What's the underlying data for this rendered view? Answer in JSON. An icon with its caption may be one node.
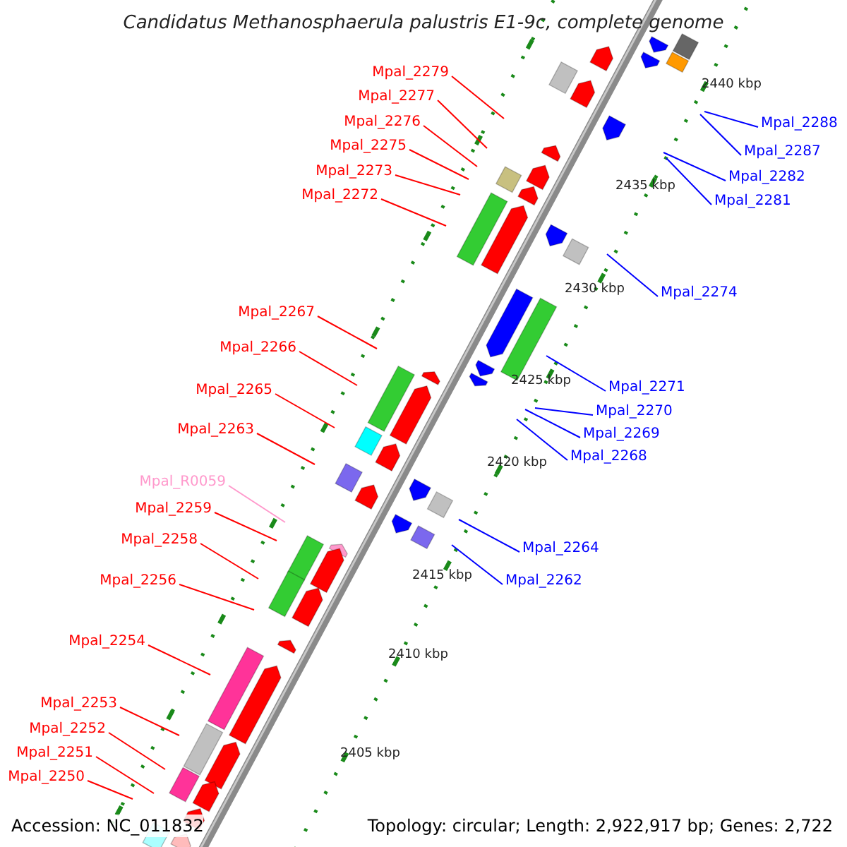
{
  "diagram": {
    "title": "Candidatus Methanosphaerula palustris E1-9c, complete genome",
    "nodes": [
      {
        "text": [
          "Mpal_2279"
        ]
      },
      {
        "text": [
          "Mpal_2277"
        ]
      },
      {
        "text": [
          "Mpal_2276"
        ]
      },
      {
        "text": [
          "Mpal_2288"
        ]
      },
      {
        "text": [
          "Mpal_2275"
        ]
      },
      {
        "text": [
          "Mpal_2287"
        ]
      },
      {
        "text": [
          "Mpal_2273"
        ]
      },
      {
        "text": [
          "Mpal_2282"
        ]
      },
      {
        "text": [
          "Mpal_2272"
        ]
      },
      {
        "text": [
          "Mpal_2281"
        ]
      },
      {
        "text": [
          "Mpal_2274"
        ]
      },
      {
        "text": [
          "Mpal_2267"
        ]
      },
      {
        "text": [
          "Mpal_2266"
        ]
      },
      {
        "text": [
          "Mpal_2271"
        ]
      },
      {
        "text": [
          "Mpal_2265"
        ]
      },
      {
        "text": [
          "Mpal_2270"
        ]
      },
      {
        "text": [
          "Mpal_2263"
        ]
      },
      {
        "text": [
          "Mpal_2269"
        ]
      },
      {
        "text": [
          "Mpal_2268"
        ]
      },
      {
        "text": [
          "Mpal_R0059"
        ]
      },
      {
        "text": [
          "Mpal_2259"
        ]
      },
      {
        "text": [
          "Mpal_2258"
        ]
      },
      {
        "text": [
          "Mpal_2264"
        ]
      },
      {
        "text": [
          "Mpal_2256"
        ]
      },
      {
        "text": [
          "Mpal_2262"
        ]
      },
      {
        "text": [
          "Mpal_2254"
        ]
      },
      {
        "text": [
          "Mpal_2253"
        ]
      },
      {
        "text": [
          "Mpal_2252"
        ]
      },
      {
        "text": [
          "Mpal_2251"
        ]
      },
      {
        "text": [
          "Mpal_2250"
        ]
      }
    ],
    "edges": [
      {
        "from": 0,
        "to": null,
        "arrow": "none"
      },
      {
        "from": 1,
        "to": null,
        "arrow": "none"
      },
      {
        "from": 2,
        "to": null,
        "arrow": "none"
      },
      {
        "from": 3,
        "to": null,
        "arrow": "none",
        "color": "#0000ff"
      },
      {
        "from": 4,
        "to": null,
        "arrow": "none"
      },
      {
        "from": 5,
        "to": null,
        "arrow": "none",
        "color": "#0000ff"
      },
      {
        "from": 6,
        "to": null,
        "arrow": "none"
      },
      {
        "from": 7,
        "to": null,
        "arrow": "none",
        "color": "#0000ff"
      },
      {
        "from": 8,
        "to": null,
        "arrow": "none"
      },
      {
        "from": 9,
        "to": null,
        "arrow": "none",
        "color": "#0000ff"
      },
      {
        "from": 10,
        "to": null,
        "arrow": "none",
        "color": "#0000ff"
      },
      {
        "from": 11,
        "to": null,
        "arrow": "none"
      },
      {
        "from": 12,
        "to": null,
        "arrow": "none"
      },
      {
        "from": 13,
        "to": null,
        "arrow": "none",
        "color": "#0000ff"
      },
      {
        "from": 14,
        "to": null,
        "arrow": "none"
      },
      {
        "from": 15,
        "to": null,
        "arrow": "none",
        "color": "#0000ff"
      },
      {
        "from": 16,
        "to": null,
        "arrow": "none"
      },
      {
        "from": 17,
        "to": null,
        "arrow": "none",
        "color": "#0000ff"
      },
      {
        "from": 18,
        "to": null,
        "arrow": "none",
        "color": "#0000ff"
      },
      {
        "from": 19,
        "to": null,
        "arrow": "none",
        "color": "#ff99cc"
      },
      {
        "from": 20,
        "to": null,
        "arrow": "none"
      },
      {
        "from": 21,
        "to": null,
        "arrow": "none"
      },
      {
        "from": 22,
        "to": null,
        "arrow": "none",
        "color": "#0000ff"
      },
      {
        "from": 23,
        "to": null,
        "arrow": "none"
      },
      {
        "from": 24,
        "to": null,
        "arrow": "none",
        "color": "#0000ff"
      },
      {
        "from": 25,
        "to": null,
        "arrow": "none"
      },
      {
        "from": 26,
        "to": null,
        "arrow": "none"
      },
      {
        "from": 27,
        "to": null,
        "arrow": "none"
      },
      {
        "from": 28,
        "to": null,
        "arrow": "none"
      },
      {
        "from": 29,
        "to": null,
        "arrow": "none"
      }
    ],
    "labels": [
      "2440 kbp",
      "2435 kbp",
      "2430 kbp",
      "2425 kbp",
      "2420 kbp",
      "2415 kbp",
      "2410 kbp",
      "2405 kbp",
      "Accession: NC_011832",
      "Topology: circular; Length: 2,922,917 bp; Genes: 2,722"
    ]
  }
}
